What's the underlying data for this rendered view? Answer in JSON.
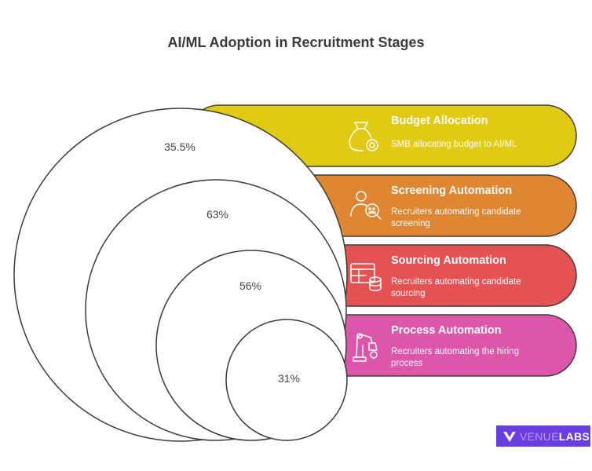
{
  "title": "AI/ML Adoption in Recruitment Stages",
  "colors": {
    "budget": "#e1ca13",
    "screening": "#df8632",
    "sourcing": "#e55253",
    "process": "#dc56a9",
    "outline": "#3a3a3a",
    "logo": "#6a3de0"
  },
  "stages": [
    {
      "id": "budget",
      "title": "Budget Allocation",
      "description": "SMB allocating budget to AI/ML",
      "value": "35.5%",
      "icon": "money-bag-icon"
    },
    {
      "id": "screening",
      "title": "Screening Automation",
      "description": "Recruiters automating candidate screening",
      "value": "63%",
      "icon": "user-search-icon"
    },
    {
      "id": "sourcing",
      "title": "Sourcing Automation",
      "description": "Recruiters automating candidate sourcing",
      "value": "56%",
      "icon": "database-table-icon"
    },
    {
      "id": "process",
      "title": "Process Automation",
      "description": "Recruiters automating the hiring process",
      "value": "31%",
      "icon": "robot-arm-icon"
    }
  ],
  "logo": {
    "part1": "VENUE",
    "part2": "LABS"
  }
}
